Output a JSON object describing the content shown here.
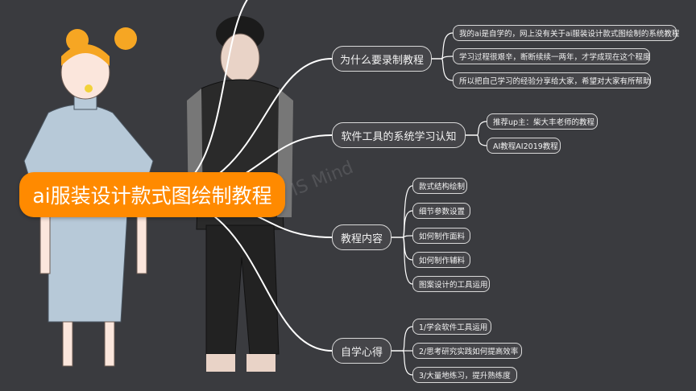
{
  "title": "ai服装设计款式图绘制教程",
  "watermark": "IS Mind",
  "colors": {
    "background": "#3a3b3f",
    "title_bg": "#ff8a00",
    "line": "#ffffff",
    "node_border": "#d9d9d9"
  },
  "branches": [
    {
      "label": "为什么要录制教程",
      "items": [
        "我的ai是自学的，网上没有关于ai服装设计款式图绘制的系统教程",
        "学习过程很艰辛，断断续续一两年，才学成现在这个程度",
        "所以把自己学习的经验分享给大家，希望对大家有所帮助"
      ]
    },
    {
      "label": "软件工具的系统学习认知",
      "items": [
        "推荐up主：柴大丰老师的教程",
        "AI教程AI2019教程"
      ]
    },
    {
      "label": "教程内容",
      "items": [
        "款式结构绘制",
        "细节参数设置",
        "如何制作面料",
        "如何制作辅料",
        "图案设计的工具运用"
      ]
    },
    {
      "label": "自学心得",
      "items": [
        "1/学会软件工具运用",
        "2/思考研究实践如何提高效率",
        "3/大量地练习，提升熟练度"
      ]
    }
  ]
}
